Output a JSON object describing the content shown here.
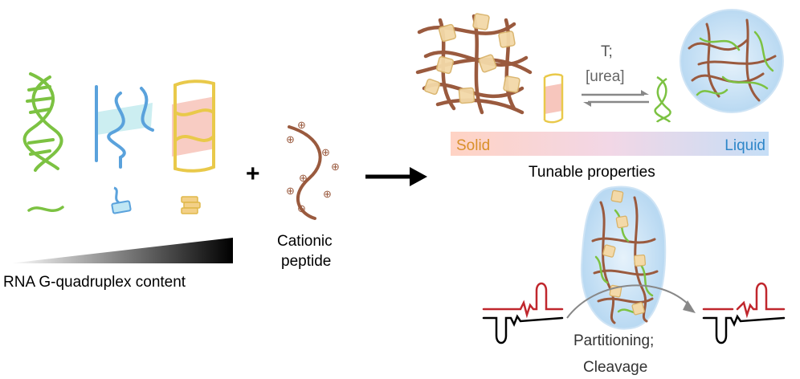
{
  "labels": {
    "plus": "+",
    "cationic_peptide_line1": "Cationic",
    "cationic_peptide_line2": "peptide",
    "rna_gq_content": "RNA G-quadruplex content",
    "t_label": "T;",
    "urea_label": "[urea]",
    "solid": "Solid",
    "liquid": "Liquid",
    "tunable_properties": "Tunable properties",
    "partitioning": "Partitioning;",
    "cleavage": "Cleavage"
  },
  "charges": {
    "symbol": "⊕"
  },
  "colors": {
    "green_rna": "#7cc242",
    "blue_rna": "#5aa2dc",
    "yellow_rna": "#e9c94a",
    "pink_tetrad": "#f2a9a0",
    "cyan_tetrad": "#9fdde3",
    "peptide_brown": "#9a5a3e",
    "droplet_blue": "#cfe6f8",
    "solid_color": "#d9902a",
    "liquid_color": "#2e86c8",
    "gradient_start": "#ffd6c7",
    "gradient_end": "#c8e0f7",
    "reporter_red": "#c0272d",
    "arrow_gray": "#888888"
  }
}
